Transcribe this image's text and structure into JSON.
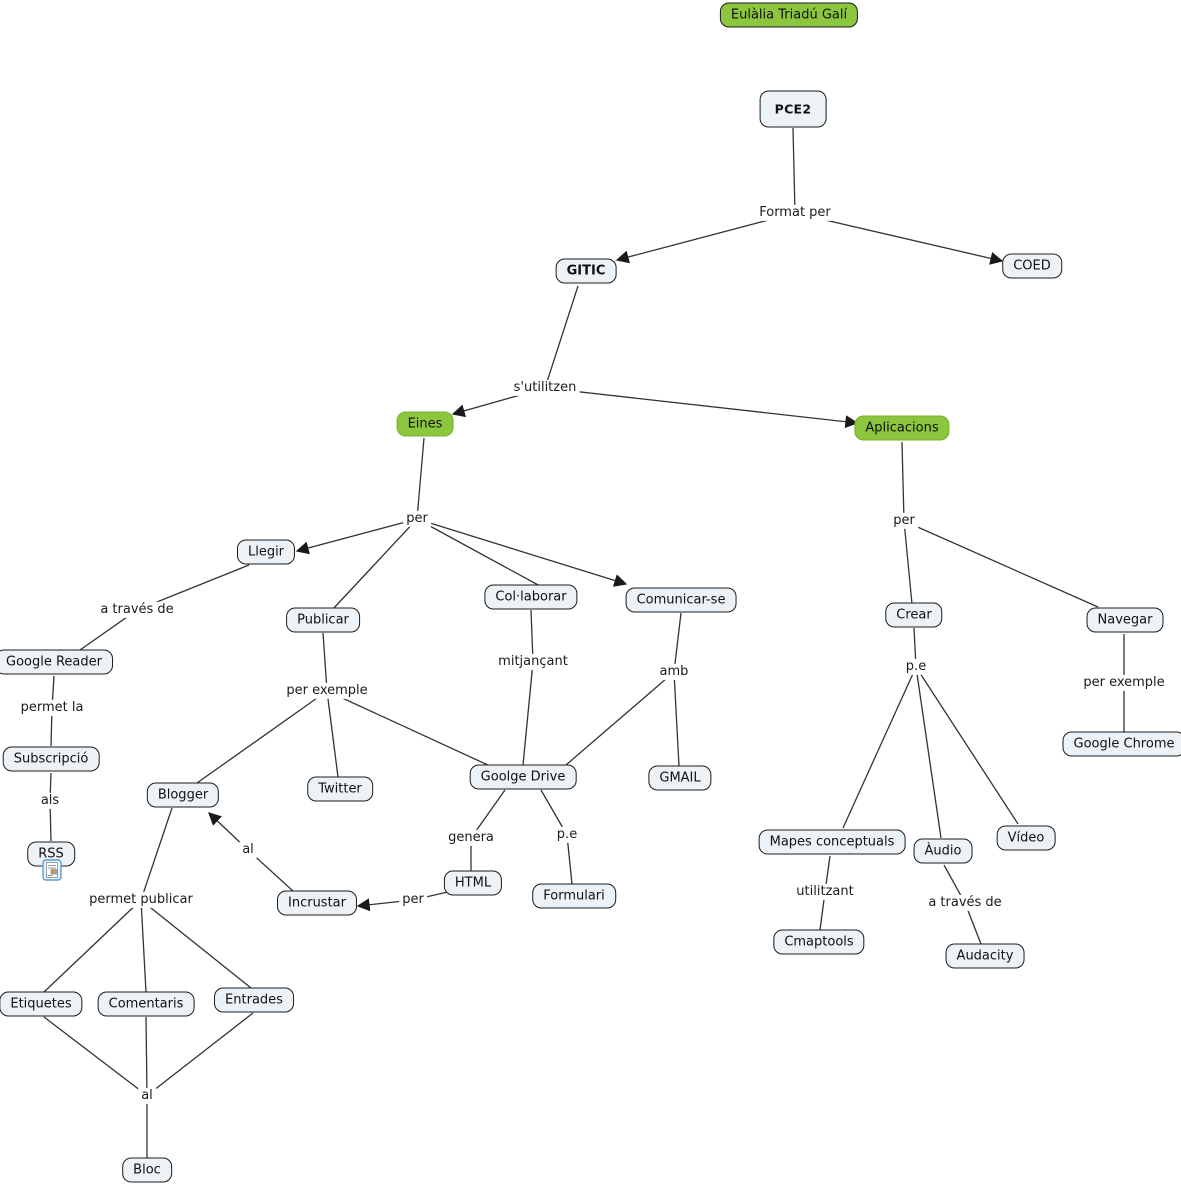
{
  "diagram": {
    "type": "concept-map",
    "author": "Eulàlia Triadú Galí"
  },
  "nodes": {
    "pce2": "PCE2",
    "gitic": "GITIC",
    "coed": "COED",
    "eines": "Eines",
    "aplicacions": "Aplicacions",
    "llegir": "Llegir",
    "publicar": "Publicar",
    "collaborar": "Col·laborar",
    "comunicarse": "Comunicar-se",
    "google_reader": "Google Reader",
    "subscripcio": "Subscripció",
    "rss": "RSS",
    "blogger": "Blogger",
    "twitter": "Twitter",
    "google_drive": "Goolge Drive",
    "gmail": "GMAIL",
    "html": "HTML",
    "formulari": "Formulari",
    "incrustar": "Incrustar",
    "etiquetes": "Etiquetes",
    "comentaris": "Comentaris",
    "entrades": "Entrades",
    "bloc": "Bloc",
    "crear": "Crear",
    "navegar": "Navegar",
    "mapes_conceptuals": "Mapes conceptuals",
    "audio": "Àudio",
    "video": "Vídeo",
    "cmaptools": "Cmaptools",
    "audacity": "Audacity",
    "google_chrome": "Google Chrome"
  },
  "linking_phrases": {
    "format_per": "Format per",
    "sutilitzen": "s'utilitzen",
    "per_eines": "per",
    "a_traves_de": "a través de",
    "permet_la": "permet la",
    "als": "als",
    "per_exemple_pub": "per exemple",
    "mitjancant": "mitjançant",
    "amb": "amb",
    "genera": "genera",
    "pe_formulari": "p.e",
    "per_html": "per",
    "al_blogger": "al",
    "permet_publicar": "permet publicar",
    "al_bloc": "al",
    "per_aplicacions": "per",
    "pe_crear": "p.e",
    "utilitzant": "utilitzant",
    "a_traves_de_audio": "a través de",
    "per_exemple_nav": "per exemple"
  },
  "icons": {
    "rss_resource": "document-resource-icon"
  },
  "colors": {
    "highlight_green": "#8CC63F",
    "node_fill": "#ECF2F6",
    "node_border": "#1C1C1C",
    "line": "#333333",
    "background": "#FFFFFF"
  }
}
